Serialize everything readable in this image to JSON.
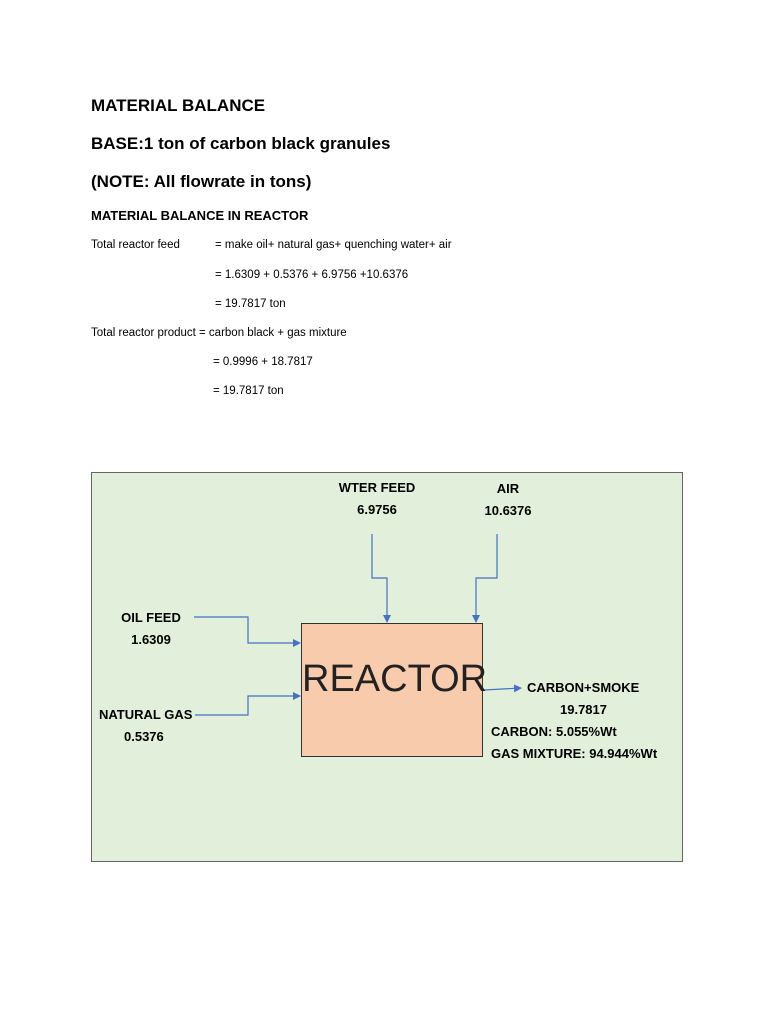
{
  "doc": {
    "title": "MATERIAL BALANCE",
    "base": "BASE:1 ton of carbon black granules",
    "note": "(NOTE: All flowrate in tons)",
    "section": "MATERIAL BALANCE IN REACTOR",
    "feed_label": "Total reactor feed",
    "feed_eq1": "= make oil+ natural gas+ quenching water+ air",
    "feed_eq2": "= 1.6309 + 0.5376 + 6.9756 +10.6376",
    "feed_eq3": "= 19.7817 ton",
    "product_line": "Total reactor product = carbon black + gas mixture",
    "product_eq2": "= 0.9996 + 18.7817",
    "product_eq3": "= 19.7817 ton"
  },
  "diagram": {
    "background_color": "#e2efda",
    "reactor_color": "#f8cbad",
    "arrow_color": "#4472c4",
    "reactor_label": "REACTOR",
    "water_feed": {
      "label": "WTER FEED",
      "value": "6.9756"
    },
    "air": {
      "label": "AIR",
      "value": "10.6376"
    },
    "oil_feed": {
      "label": "OIL FEED",
      "value": "1.6309"
    },
    "natural_gas": {
      "label": "NATURAL GAS",
      "value": "0.5376"
    },
    "output": {
      "label": "CARBON+SMOKE",
      "value": "19.7817",
      "carbon": "CARBON: 5.055%Wt",
      "gas_mixture": "GAS MIXTURE: 94.944%Wt"
    }
  }
}
